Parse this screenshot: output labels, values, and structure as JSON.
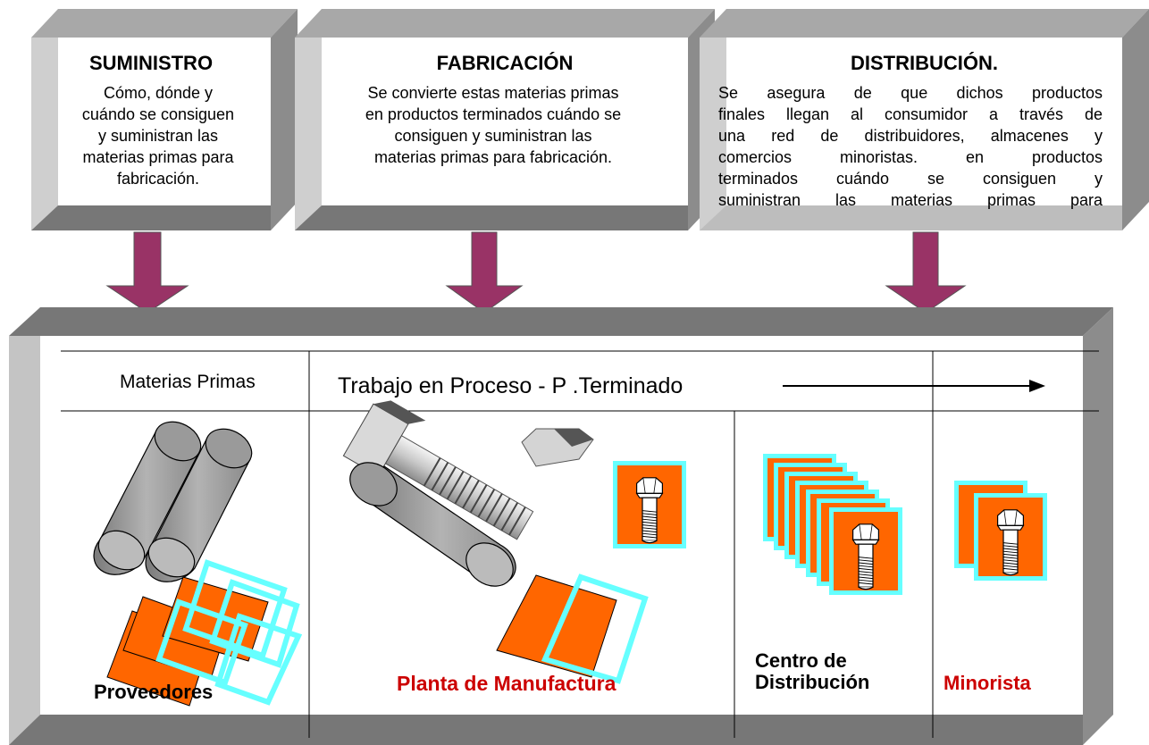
{
  "top_boxes": [
    {
      "title": "SUMINISTRO",
      "lines": [
        "Cómo, dónde y",
        "cuándo se consiguen",
        "y suministran las",
        "materias primas para",
        "fabricación."
      ]
    },
    {
      "title": "FABRICACIÓN",
      "lines": [
        "Se convierte estas materias primas",
        "en productos terminados cuándo se",
        "consiguen y suministran las",
        "materias primas para fabricación."
      ]
    },
    {
      "title": "DISTRIBUCIÓN.",
      "lines": [
        "Se asegura de que dichos productos",
        "finales llegan al consumidor a través de",
        "una red de distribuidores, almacenes y",
        "comercios minoristas. en productos",
        "terminados cuándo se consiguen y",
        "suministran las materias primas para"
      ]
    }
  ],
  "header_row": {
    "materias_primas": "Materias Primas",
    "trabajo_proceso": "Trabajo en Proceso - P .Terminado"
  },
  "stage_labels": {
    "proveedores": "Proveedores",
    "planta": "Planta de Manufactura",
    "centro_line1": "Centro de",
    "centro_line2": "Distribución",
    "minorista": "Minorista"
  },
  "colors": {
    "frame_gray": "#777777",
    "frame_light": "#bdbdbd",
    "arrow_purple": "#993366",
    "orange": "#ff6600",
    "cyan": "#66ffff",
    "red_label": "#cc0000"
  }
}
